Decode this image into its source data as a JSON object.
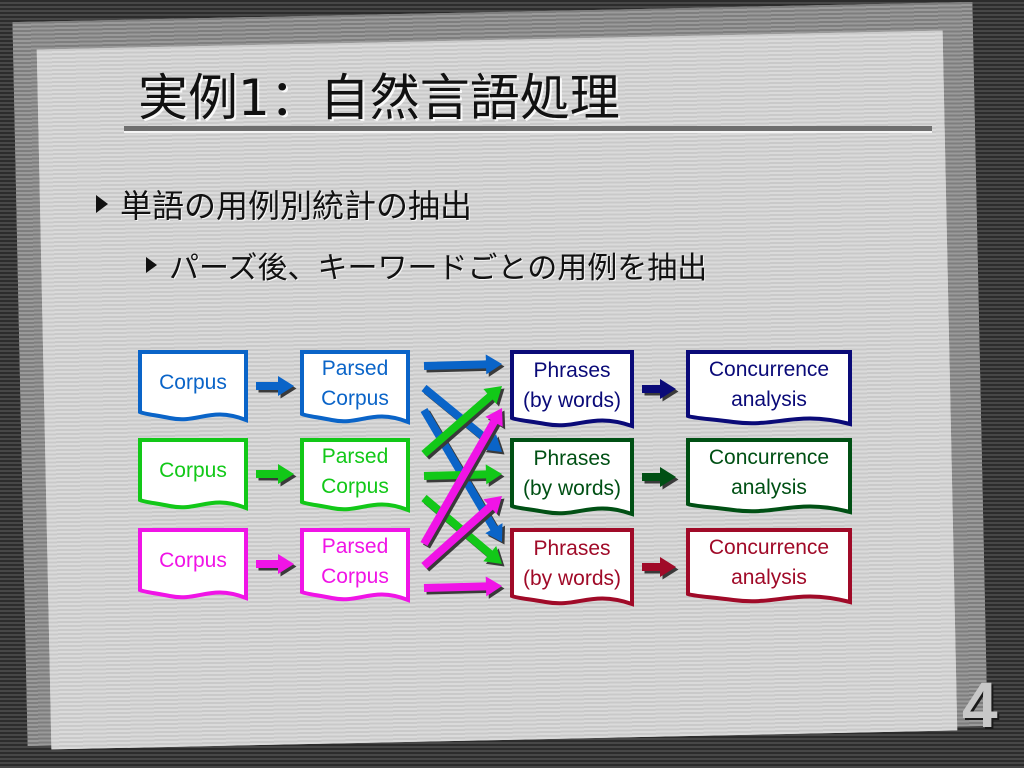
{
  "slide": {
    "title": "実例1：自然言語処理",
    "bullets": [
      {
        "level": 1,
        "text": "単語の用例別統計の抽出"
      },
      {
        "level": 2,
        "text": "パーズ後、キーワードごとの用例を抽出"
      }
    ],
    "page_number": "4"
  },
  "diagram": {
    "colors": {
      "blue": "#0a64c8",
      "green": "#12c818",
      "magenta": "#f014e6",
      "navy": "#0a0a78",
      "darkgreen": "#005014",
      "crimson": "#a00a28"
    },
    "corpus": [
      {
        "label": "Corpus",
        "color": "blue"
      },
      {
        "label": "Corpus",
        "color": "green"
      },
      {
        "label": "Corpus",
        "color": "magenta"
      }
    ],
    "parsed": [
      {
        "line1": "Parsed",
        "line2": "Corpus",
        "color": "blue"
      },
      {
        "line1": "Parsed",
        "line2": "Corpus",
        "color": "green"
      },
      {
        "line1": "Parsed",
        "line2": "Corpus",
        "color": "magenta"
      }
    ],
    "phrases": [
      {
        "line1": "Phrases",
        "line2": "(by words)",
        "color": "navy"
      },
      {
        "line1": "Phrases",
        "line2": "(by words)",
        "color": "darkgreen"
      },
      {
        "line1": "Phrases",
        "line2": "(by words)",
        "color": "crimson"
      }
    ],
    "analysis": [
      {
        "line1": "Concurrence",
        "line2": "analysis",
        "color": "navy"
      },
      {
        "line1": "Concurrence",
        "line2": "analysis",
        "color": "darkgreen"
      },
      {
        "line1": "Concurrence",
        "line2": "analysis",
        "color": "crimson"
      }
    ],
    "connections": [
      {
        "from": "parsed-1",
        "to": "phrases-1",
        "color": "blue"
      },
      {
        "from": "parsed-1",
        "to": "phrases-2",
        "color": "blue"
      },
      {
        "from": "parsed-1",
        "to": "phrases-3",
        "color": "blue"
      },
      {
        "from": "parsed-2",
        "to": "phrases-1",
        "color": "green"
      },
      {
        "from": "parsed-2",
        "to": "phrases-2",
        "color": "green"
      },
      {
        "from": "parsed-2",
        "to": "phrases-3",
        "color": "green"
      },
      {
        "from": "parsed-3",
        "to": "phrases-1",
        "color": "magenta"
      },
      {
        "from": "parsed-3",
        "to": "phrases-2",
        "color": "magenta"
      },
      {
        "from": "parsed-3",
        "to": "phrases-3",
        "color": "magenta"
      }
    ]
  }
}
